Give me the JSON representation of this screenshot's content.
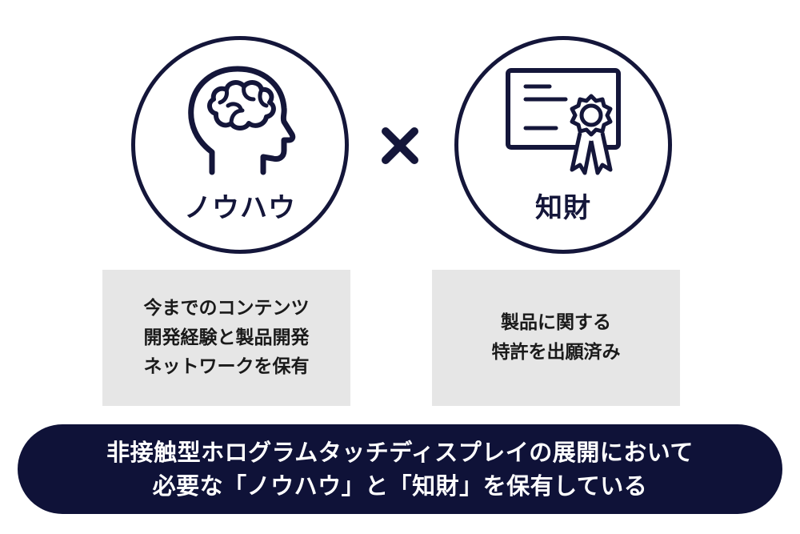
{
  "knowhow": {
    "icon": "brain-head-icon",
    "label": "ノウハウ",
    "description_lines": [
      "今までのコンテンツ",
      "開発経験と製品開発",
      "ネットワークを保有"
    ]
  },
  "operator": {
    "icon": "times-icon"
  },
  "ip": {
    "icon": "certificate-icon",
    "label": "知財",
    "description_lines": [
      "製品に関する",
      "特許を出願済み"
    ]
  },
  "banner": {
    "lines": [
      "非接触型ホログラムタッチディスプレイの展開において",
      "必要な「ノウハウ」と「知財」を保有している"
    ]
  },
  "colors": {
    "navy": "#14163a",
    "banner_bg": "#0f1238",
    "box_bg": "#e6e6e6"
  }
}
